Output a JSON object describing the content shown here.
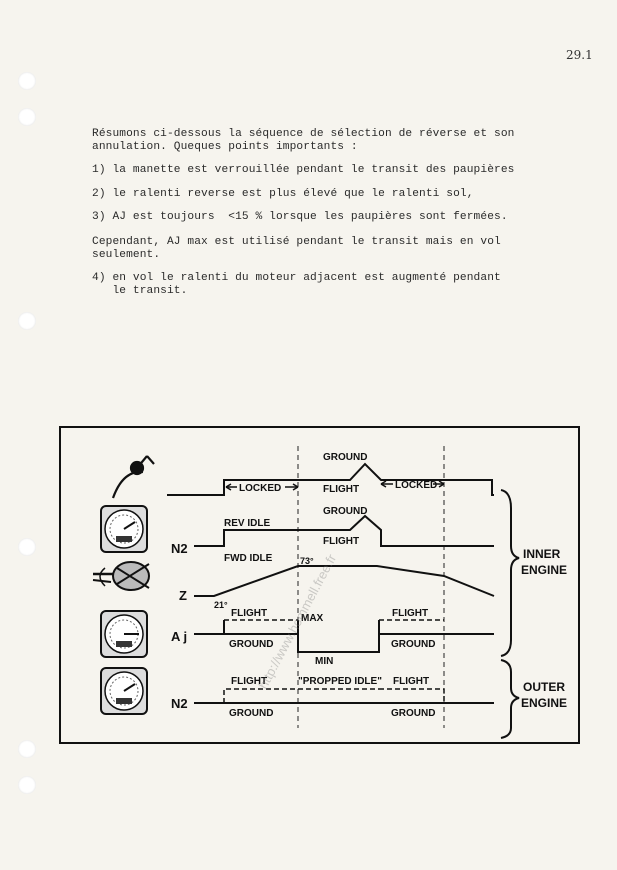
{
  "page_number": "29.1",
  "text_lines": [
    "Résumons ci-dessous la séquence de sélection de réverse et son",
    "annulation. Queques points importants :",
    "1) la manette est verrouillée pendant le transit des paupières",
    "2) le ralenti reverse est plus élevé que le ralenti sol,",
    "3) AJ est toujours  <15 % lorsque les paupières sont fermées.",
    "Cependant, AJ max est utilisé pendant le transit mais en vol",
    "seulement.",
    "4) en vol le ralenti du moteur adjacent est augmenté pendant",
    "   le transit."
  ],
  "diagram": {
    "labels": {
      "ground_top": "GROUND",
      "flight_top": "FLIGHT",
      "locked_left": "LOCKED",
      "locked_right": "LOCKED",
      "ground_n2": "GROUND",
      "flight_n2": "FLIGHT",
      "rev_idle": "REV IDLE",
      "fwd_idle": "FWD IDLE",
      "n2_inner": "N2",
      "deg_73": "73°",
      "z": "Z",
      "deg_21": "21°",
      "flight_aj_left": "FLIGHT",
      "max": "MAX",
      "flight_aj_right": "FLIGHT",
      "aj": "A j",
      "ground_aj_left": "GROUND",
      "ground_aj_right": "GROUND",
      "min": "MIN",
      "flight_outer_left": "FLIGHT",
      "propped_idle": "\"PROPPED IDLE\"",
      "flight_outer_right": "FLIGHT",
      "n2_outer": "N2",
      "ground_outer_left": "GROUND",
      "ground_outer_right": "GROUND",
      "inner_1": "INNER",
      "inner_2": "ENGINE",
      "outer_1": "OUTER",
      "outer_2": "ENGINE"
    },
    "watermark": "http://www.hommell.free.fr"
  },
  "icons": [
    "throttle-lever-icon",
    "n2-gauge-icon",
    "thrust-reverser-icon",
    "aj-gauge-icon",
    "n2-gauge-icon"
  ]
}
